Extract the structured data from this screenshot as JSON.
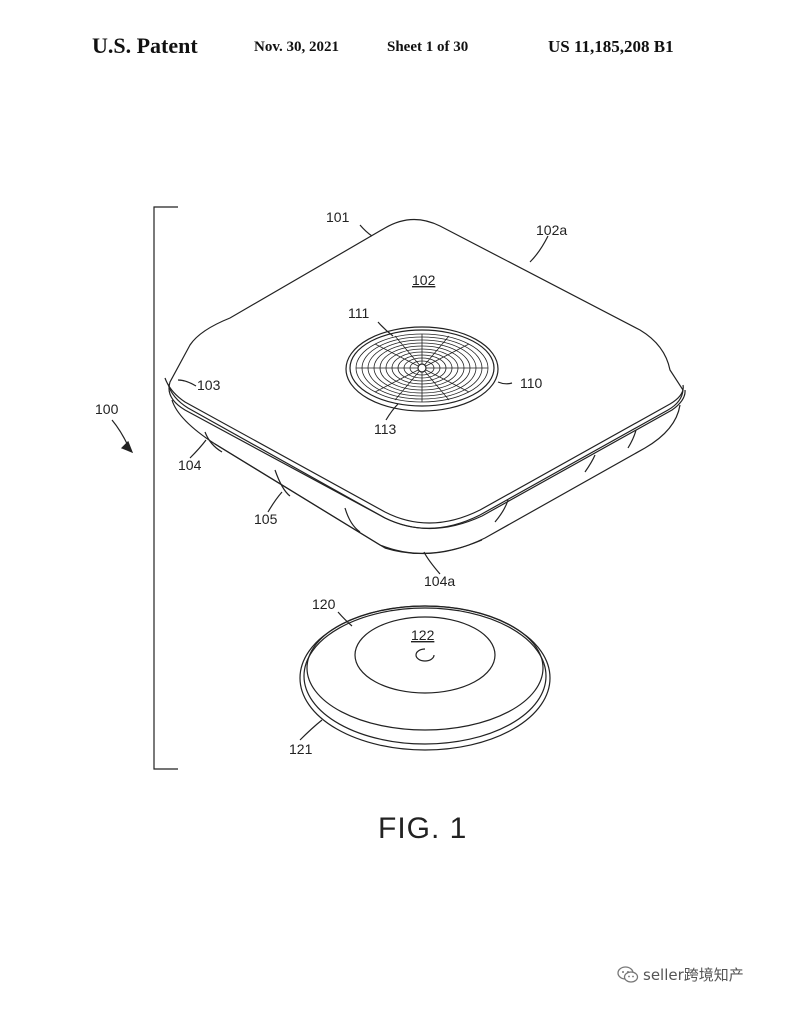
{
  "header": {
    "patent_label": "U.S. Patent",
    "date": "Nov. 30, 2021",
    "sheet": "Sheet 1 of 30",
    "patent_number": "US 11,185,208 B1"
  },
  "labels": {
    "l100": "100",
    "l101": "101",
    "l102": "102",
    "l102a": "102a",
    "l103": "103",
    "l104": "104",
    "l104a": "104a",
    "l105": "105",
    "l110": "110",
    "l111": "111",
    "l113": "113",
    "l120": "120",
    "l121": "121",
    "l122": "122"
  },
  "figure_caption": "FIG. 1",
  "watermark": {
    "text": "seller跨境知产",
    "icon": "wechat-icon"
  }
}
